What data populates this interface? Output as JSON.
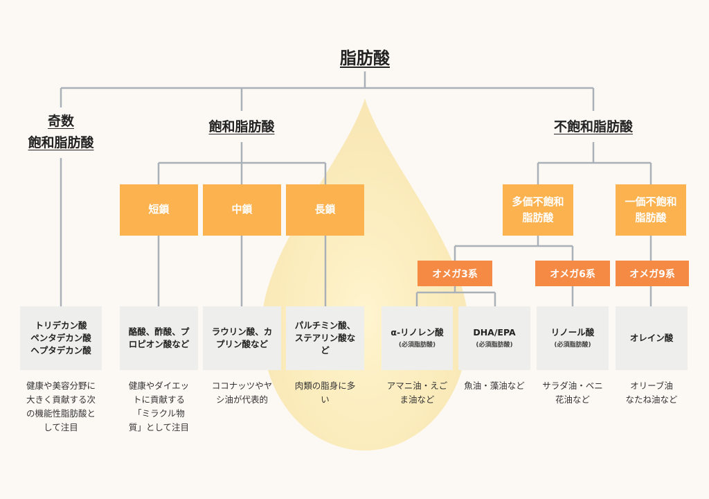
{
  "title": "脂肪酸",
  "categories": {
    "odd": {
      "line1": "奇数",
      "line2": "飽和脂肪酸"
    },
    "saturated": "飽和脂肪酸",
    "unsaturated": "不飽和脂肪酸"
  },
  "chains": {
    "short": "短鎖",
    "medium": "中鎖",
    "long": "長鎖"
  },
  "unsat_types": {
    "poly": {
      "line1": "多価不飽和",
      "line2": "脂肪酸"
    },
    "mono": {
      "line1": "一価不飽和",
      "line2": "脂肪酸"
    }
  },
  "omegas": {
    "o3": "オメガ3系",
    "o6": "オメガ6系",
    "o9": "オメガ9系"
  },
  "examples": {
    "odd": {
      "lines": [
        "トリデカン酸",
        "ペンタデカン酸",
        "ヘプタデカン酸"
      ]
    },
    "short": {
      "lines": [
        "酪酸、酢酸、プ",
        "ロピオン酸など"
      ]
    },
    "medium": {
      "lines": [
        "ラウリン酸、カ",
        "プリン酸など"
      ]
    },
    "long": {
      "lines": [
        "パルチミン酸、",
        "ステアリン酸な",
        "ど"
      ]
    },
    "ala": {
      "name": "α-リノレン酸",
      "note": "(必須脂肪酸)"
    },
    "dha": {
      "name": "DHA/EPA",
      "note": "(必須脂肪酸)"
    },
    "linoleic": {
      "name": "リノール酸",
      "note": "(必須脂肪酸)"
    },
    "oleic": {
      "name": "オレイン酸"
    }
  },
  "descriptions": {
    "odd": [
      "健康や美容分野に",
      "大きく貢献する次",
      "の機能性脂肪酸と",
      "して注目"
    ],
    "short": [
      "健康やダイエッ",
      "トに貢献する",
      "「ミラクル物",
      "質」として注目"
    ],
    "medium": [
      "ココナッツやヤ",
      "シ油が代表的"
    ],
    "long": [
      "肉類の脂身に多",
      "い"
    ],
    "ala": [
      "アマニ油・えご",
      "ま油など"
    ],
    "dha": [
      "魚油・藻油など"
    ],
    "linoleic": [
      "サラダ油・ベニ",
      "花油など"
    ],
    "oleic": [
      "オリーブ油",
      "なたね油など"
    ]
  },
  "colors": {
    "category_box": "#fbb24f",
    "omega_box": "#f58a45",
    "example_box": "#eeeeec",
    "connector": "#a9b0b7",
    "background": "#fcf9f4"
  }
}
